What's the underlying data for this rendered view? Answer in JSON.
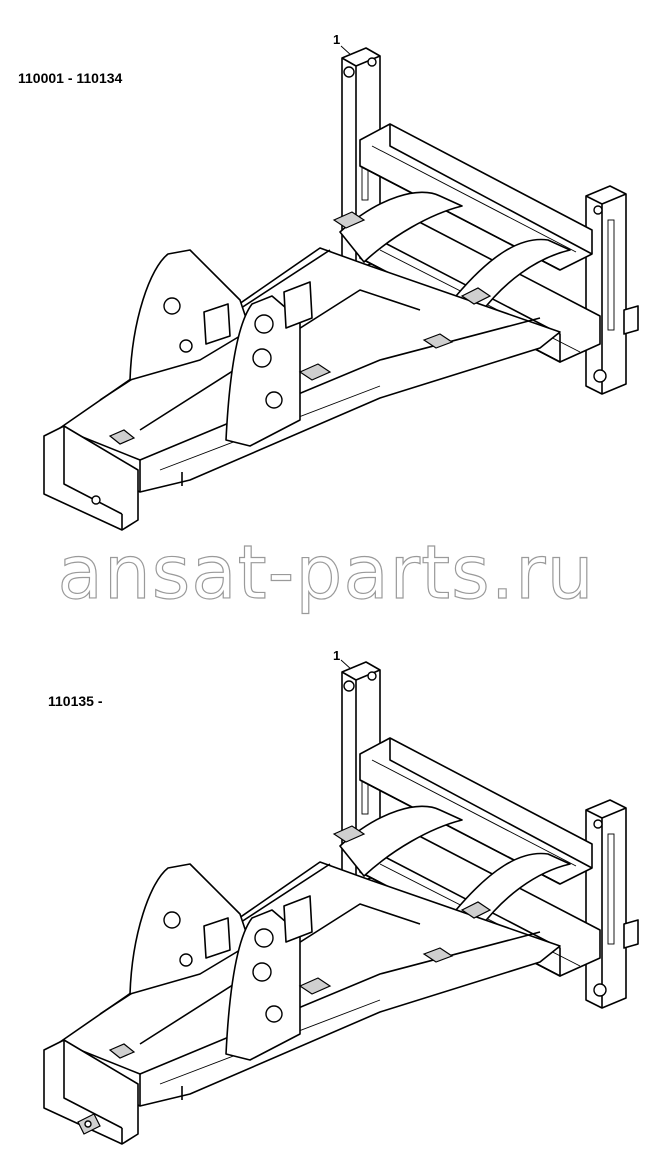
{
  "diagrams": [
    {
      "serial_range": "110001 - 110134",
      "callout": "1"
    },
    {
      "serial_range": "110135 -",
      "callout": "1"
    }
  ],
  "watermark": "ansat-parts.ru"
}
